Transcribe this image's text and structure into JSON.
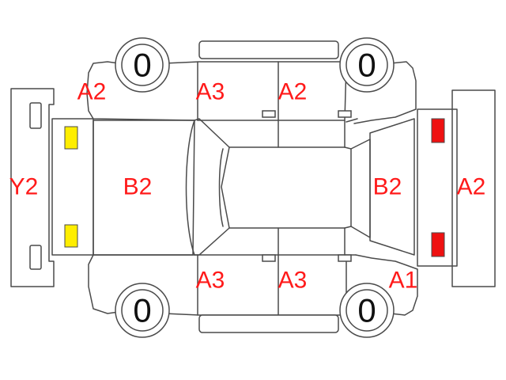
{
  "colors": {
    "outline": "#4a4a4a",
    "damage_label": "#ff1a1a",
    "front_lamp": "#ffee00",
    "rear_lamp": "#ee1111"
  },
  "tires": {
    "top_left": "0",
    "top_right": "0",
    "bottom_left": "0",
    "bottom_right": "0"
  },
  "labels": {
    "front_bumper": "Y2",
    "hood": "B2",
    "front_left_fender": "A2",
    "front_left_door": "A3",
    "rear_left_door": "A2",
    "front_right_door": "A3",
    "rear_right_door": "A3",
    "trunk": "B2",
    "rear_bumper": "A2",
    "rear_right_quarter": "A1"
  }
}
